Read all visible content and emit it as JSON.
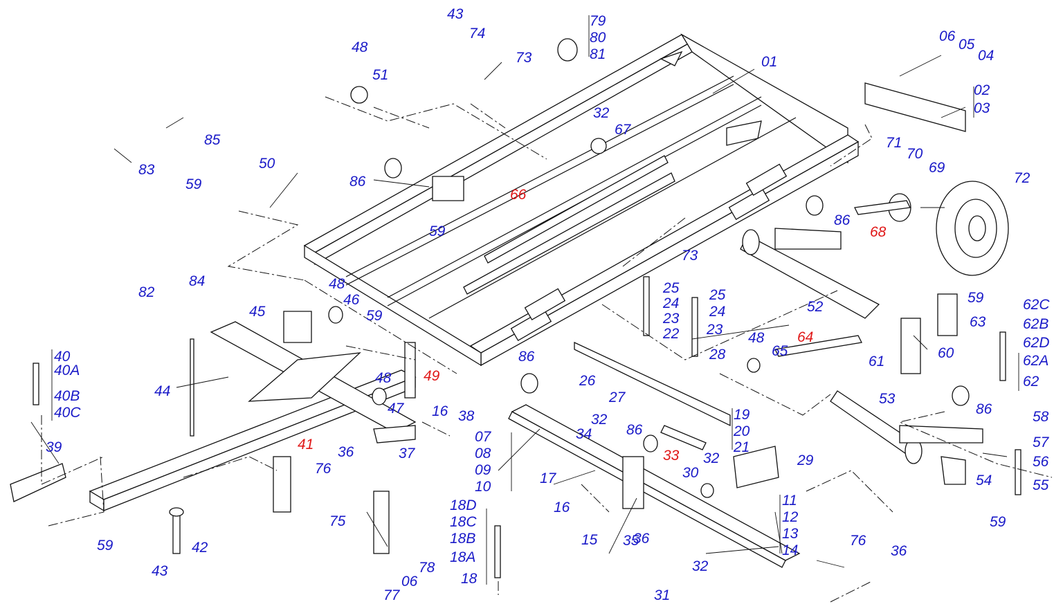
{
  "diagram": {
    "colors": {
      "label": "#1a1ac8",
      "highlight": "#e01818",
      "line": "#111111",
      "background": "#ffffff"
    },
    "labels": [
      {
        "text": "43",
        "h": false
      },
      {
        "text": "74",
        "h": false
      },
      {
        "text": "73",
        "h": false
      },
      {
        "text": "79",
        "h": false
      },
      {
        "text": "80",
        "h": false
      },
      {
        "text": "81",
        "h": false
      },
      {
        "text": "48",
        "h": false
      },
      {
        "text": "51",
        "h": false
      },
      {
        "text": "01",
        "h": false
      },
      {
        "text": "06",
        "h": false
      },
      {
        "text": "05",
        "h": false
      },
      {
        "text": "04",
        "h": false
      },
      {
        "text": "02",
        "h": false
      },
      {
        "text": "03",
        "h": false
      },
      {
        "text": "85",
        "h": false
      },
      {
        "text": "32",
        "h": false
      },
      {
        "text": "67",
        "h": false
      },
      {
        "text": "83",
        "h": false
      },
      {
        "text": "50",
        "h": false
      },
      {
        "text": "71",
        "h": false
      },
      {
        "text": "70",
        "h": false
      },
      {
        "text": "69",
        "h": false
      },
      {
        "text": "72",
        "h": false
      },
      {
        "text": "59",
        "h": false
      },
      {
        "text": "86",
        "h": false
      },
      {
        "text": "66",
        "h": true
      },
      {
        "text": "86",
        "h": false
      },
      {
        "text": "68",
        "h": true
      },
      {
        "text": "59",
        "h": false
      },
      {
        "text": "73",
        "h": false
      },
      {
        "text": "82",
        "h": false
      },
      {
        "text": "84",
        "h": false
      },
      {
        "text": "48",
        "h": false
      },
      {
        "text": "46",
        "h": false
      },
      {
        "text": "25",
        "h": false
      },
      {
        "text": "24",
        "h": false
      },
      {
        "text": "23",
        "h": false
      },
      {
        "text": "22",
        "h": false
      },
      {
        "text": "25",
        "h": false
      },
      {
        "text": "24",
        "h": false
      },
      {
        "text": "23",
        "h": false
      },
      {
        "text": "52",
        "h": false
      },
      {
        "text": "59",
        "h": false
      },
      {
        "text": "63",
        "h": false
      },
      {
        "text": "62C",
        "h": false
      },
      {
        "text": "62B",
        "h": false
      },
      {
        "text": "62D",
        "h": false
      },
      {
        "text": "45",
        "h": false
      },
      {
        "text": "59",
        "h": false
      },
      {
        "text": "48",
        "h": false
      },
      {
        "text": "64",
        "h": true
      },
      {
        "text": "65",
        "h": false
      },
      {
        "text": "28",
        "h": false
      },
      {
        "text": "60",
        "h": false
      },
      {
        "text": "61",
        "h": false
      },
      {
        "text": "62A",
        "h": false
      },
      {
        "text": "62",
        "h": false
      },
      {
        "text": "40",
        "h": false
      },
      {
        "text": "40A",
        "h": false
      },
      {
        "text": "48",
        "h": false
      },
      {
        "text": "49",
        "h": true
      },
      {
        "text": "86",
        "h": false
      },
      {
        "text": "26",
        "h": false
      },
      {
        "text": "44",
        "h": false
      },
      {
        "text": "40B",
        "h": false
      },
      {
        "text": "40C",
        "h": false
      },
      {
        "text": "27",
        "h": false
      },
      {
        "text": "53",
        "h": false
      },
      {
        "text": "86",
        "h": false
      },
      {
        "text": "47",
        "h": false
      },
      {
        "text": "16",
        "h": false
      },
      {
        "text": "38",
        "h": false
      },
      {
        "text": "32",
        "h": false
      },
      {
        "text": "19",
        "h": false
      },
      {
        "text": "20",
        "h": false
      },
      {
        "text": "21",
        "h": false
      },
      {
        "text": "58",
        "h": false
      },
      {
        "text": "37",
        "h": false
      },
      {
        "text": "07",
        "h": false
      },
      {
        "text": "08",
        "h": false
      },
      {
        "text": "09",
        "h": false
      },
      {
        "text": "10",
        "h": false
      },
      {
        "text": "34",
        "h": false
      },
      {
        "text": "86",
        "h": false
      },
      {
        "text": "33",
        "h": true
      },
      {
        "text": "32",
        "h": false
      },
      {
        "text": "29",
        "h": false
      },
      {
        "text": "57",
        "h": false
      },
      {
        "text": "39",
        "h": false
      },
      {
        "text": "41",
        "h": true
      },
      {
        "text": "36",
        "h": false
      },
      {
        "text": "56",
        "h": false
      },
      {
        "text": "76",
        "h": false
      },
      {
        "text": "17",
        "h": false
      },
      {
        "text": "30",
        "h": false
      },
      {
        "text": "54",
        "h": false
      },
      {
        "text": "55",
        "h": false
      },
      {
        "text": "11",
        "h": false
      },
      {
        "text": "12",
        "h": false
      },
      {
        "text": "13",
        "h": false
      },
      {
        "text": "14",
        "h": false
      },
      {
        "text": "75",
        "h": false
      },
      {
        "text": "18D",
        "h": false
      },
      {
        "text": "16",
        "h": false
      },
      {
        "text": "59",
        "h": false
      },
      {
        "text": "18C",
        "h": false
      },
      {
        "text": "36",
        "h": false
      },
      {
        "text": "59",
        "h": false
      },
      {
        "text": "42",
        "h": false
      },
      {
        "text": "18B",
        "h": false
      },
      {
        "text": "15",
        "h": false
      },
      {
        "text": "35",
        "h": false
      },
      {
        "text": "76",
        "h": false
      },
      {
        "text": "36",
        "h": false
      },
      {
        "text": "43",
        "h": false
      },
      {
        "text": "78",
        "h": false
      },
      {
        "text": "18A",
        "h": false
      },
      {
        "text": "32",
        "h": false
      },
      {
        "text": "06",
        "h": false
      },
      {
        "text": "18",
        "h": false
      },
      {
        "text": "77",
        "h": false
      },
      {
        "text": "31",
        "h": false
      }
    ]
  }
}
